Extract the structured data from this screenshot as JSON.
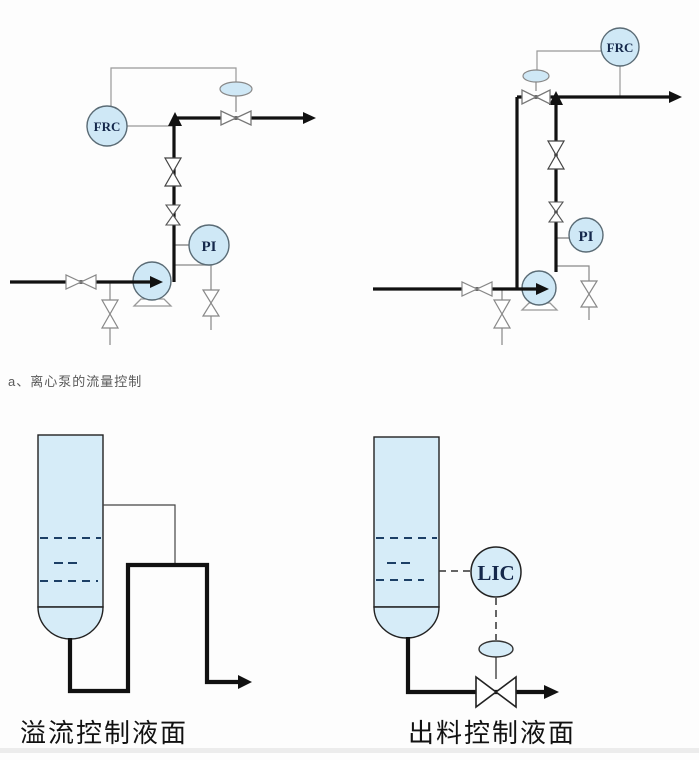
{
  "colors": {
    "instrument_fill": "#cfe8f6",
    "vessel_fill": "#d6ecf8",
    "pipe_black": "#111111",
    "signal_gray": "#999999",
    "valve_outline_gray": "#888888",
    "valve_outline_dark": "#444444",
    "level_dash_navy": "#1c3f66",
    "tag_text_navy": "#15284b",
    "caption_gray": "#595959",
    "caption_black": "#111111"
  },
  "flow_section": {
    "caption": "a、离心泵的流量控制",
    "left_diagram": {
      "controller_tag": "FRC",
      "pressure_tag": "PI"
    },
    "right_diagram": {
      "controller_tag": "FRC",
      "pressure_tag": "PI"
    }
  },
  "level_section": {
    "left_diagram": {
      "caption": "溢流控制液面"
    },
    "right_diagram": {
      "caption": "出料控制液面",
      "controller_tag": "LIC"
    }
  }
}
